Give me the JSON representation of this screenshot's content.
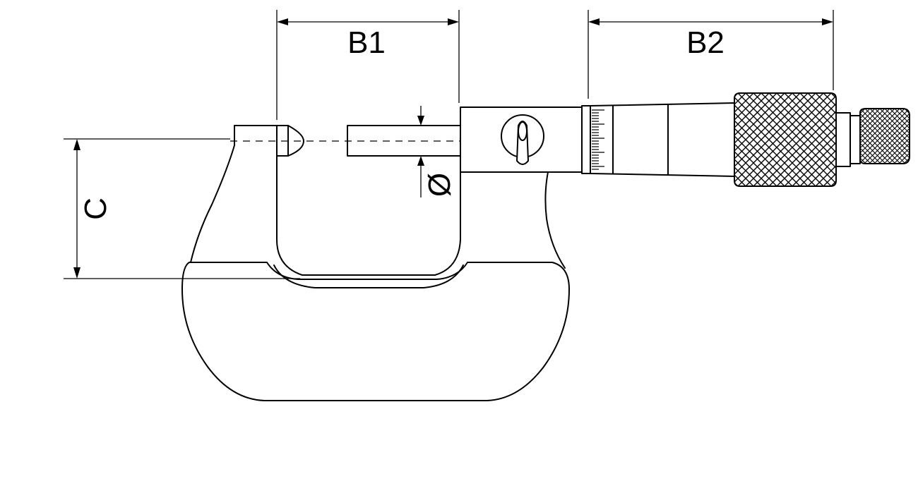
{
  "labels": {
    "b1": "B1",
    "b2": "B2",
    "c": "C",
    "diameter": "Ø"
  },
  "colors": {
    "stroke": "#000000",
    "background": "#ffffff"
  }
}
